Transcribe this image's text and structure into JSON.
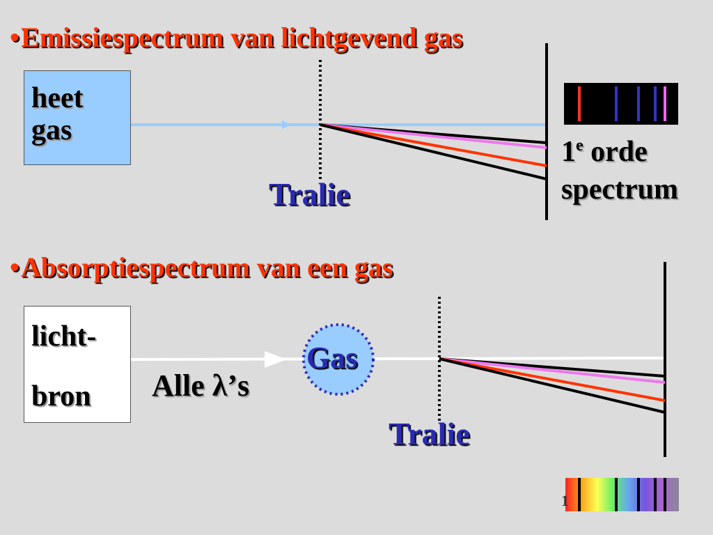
{
  "emission": {
    "title_bullet": "•",
    "title": "Emissiespectrum van lichtgevend gas",
    "box_line1": "heet",
    "box_line2": "gas",
    "box_color": "#99ccff",
    "grating_label": "Tralie",
    "order_prefix": "1",
    "order_sup": "e",
    "order_suffix": " orde",
    "order_line2": "spectrum",
    "spectrum_lines": [
      "#ff3322",
      "#3333cc",
      "#3333cc",
      "#3333cc",
      "#ee66ee"
    ]
  },
  "absorption": {
    "title_bullet": "•",
    "title": "Absorptiespectrum van een gas",
    "box_line1": "licht-",
    "box_line2": "bron",
    "beam_label": "Alle λ’s",
    "gas_label": "Gas",
    "gas_color": "#99ccff",
    "grating_label": "Tralie",
    "page_number": "1"
  },
  "colors": {
    "title": "#ff3300",
    "grating_label": "#2a2ab0",
    "red_ray": "#ff3300",
    "violet_ray": "#ee77ee"
  }
}
